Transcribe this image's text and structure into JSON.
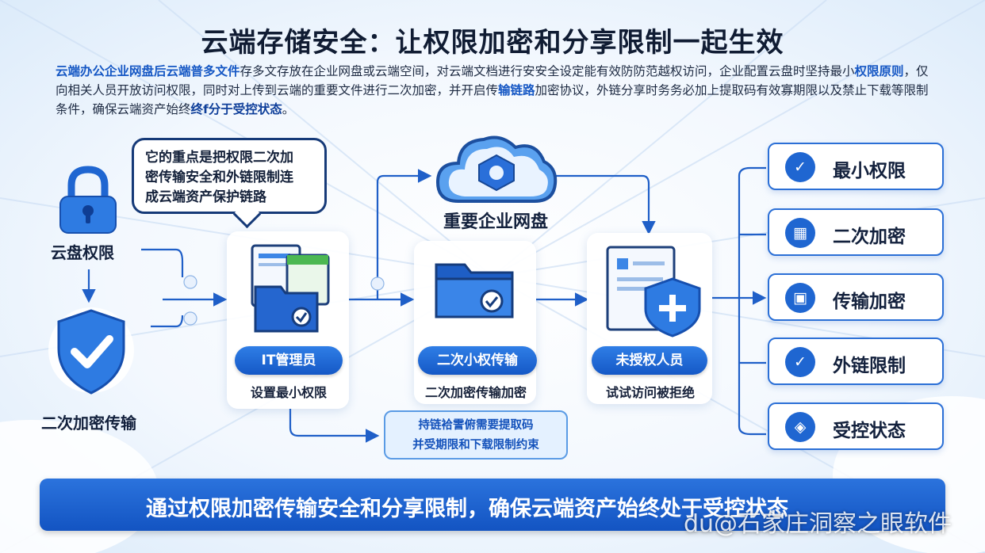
{
  "title": "云端存储安全：让权限加密和分享限制一起生效",
  "intro": {
    "p1": "云端办公企业网盘后云端普多文件",
    "p2": "存多文存放在企业网盘或云端空间，对云端文档进行安安全设定能有效防防范越权访问，企业配置云盘时坚持最小",
    "p3": "权限原则",
    "p4": "，仅向相关人员开放访问权限，同时对上传到云端的重要文件进行二次加密，并开启传",
    "p5": "输链路",
    "p6": "加密协议，外链分享时务务必加上提取码有效寡期限以及禁止下载等限制条件，确保云端资产始终",
    "p7": "终f分于受控状态",
    "p8": "。"
  },
  "bubble": {
    "line1": "它的重点是把权限二次加",
    "line2": "密传输安全和外链限制连",
    "line3": "成云端资产保护链路"
  },
  "left": {
    "lock_label": "云盘权限",
    "shield_label": "二次加密传输"
  },
  "cloud_label": "重要企业网盘",
  "cards": [
    {
      "pill": "IT管理员",
      "sub": "设置最小权限"
    },
    {
      "pill": "二次小权传输",
      "sub": "二次加密传输加密"
    },
    {
      "pill": "未授权人员",
      "sub": "试试访问被拒绝"
    }
  ],
  "restrict": {
    "line1": "持链袷霅俯需要提取码",
    "line2": "并受期限和下载限制约束"
  },
  "right_items": [
    {
      "icon": "check-circle-icon",
      "glyph": "✓",
      "label": "最小权限"
    },
    {
      "icon": "grid-lock-icon",
      "glyph": "▦",
      "label": "二次加密"
    },
    {
      "icon": "clipboard-icon",
      "glyph": "▣",
      "label": "传输加密"
    },
    {
      "icon": "check-circle-icon",
      "glyph": "✓",
      "label": "外链限制"
    },
    {
      "icon": "lock-badge-icon",
      "glyph": "◈",
      "label": "受控状态"
    }
  ],
  "footer": "通过权限加密传输安全和分享限制，确保云端资产始终处于受控状态",
  "watermark": "du@石家庄洞察之眼软件",
  "colors": {
    "accent": "#1f66d1",
    "dark": "#13213d",
    "light_blue": "#e4f1ff"
  }
}
